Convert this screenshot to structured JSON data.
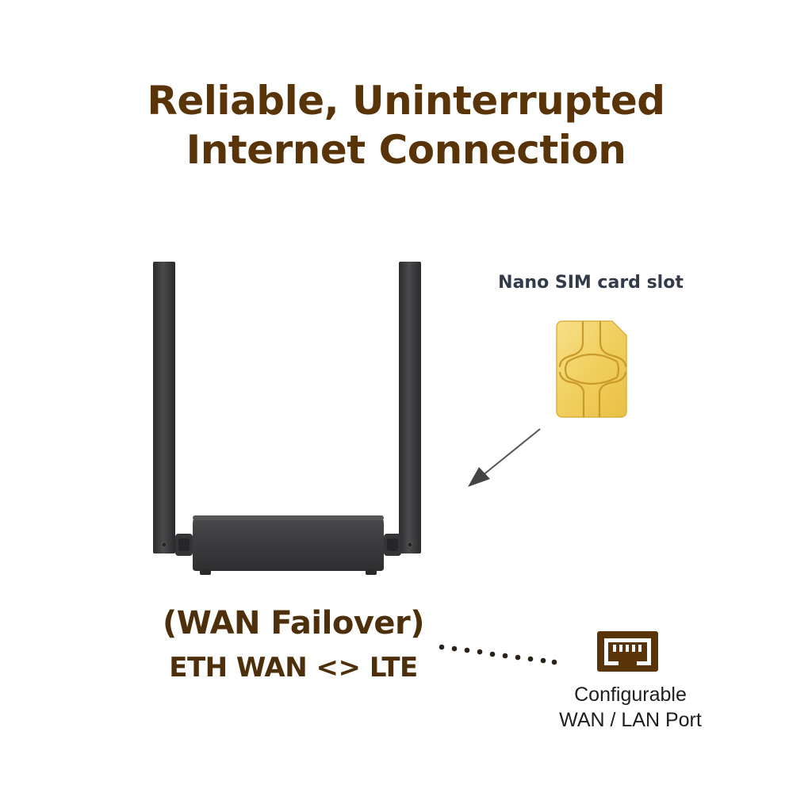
{
  "headline": {
    "line1": "Reliable, Uninterrupted",
    "line2": "Internet Connection"
  },
  "sim": {
    "label": "Nano SIM card slot",
    "icon": "sim-card-icon"
  },
  "failover": {
    "title": "(WAN Failover)",
    "subtitle": "ETH WAN <> LTE"
  },
  "port": {
    "icon": "ethernet-port-icon",
    "line1": "Configurable",
    "line2": "WAN / LAN Port"
  },
  "colors": {
    "headline": "#5a3409",
    "failover_text": "#4e2f0b",
    "sim_label": "#333a4a",
    "router_body": "#3b3b3d",
    "sim_gold": "#f3d46a"
  }
}
